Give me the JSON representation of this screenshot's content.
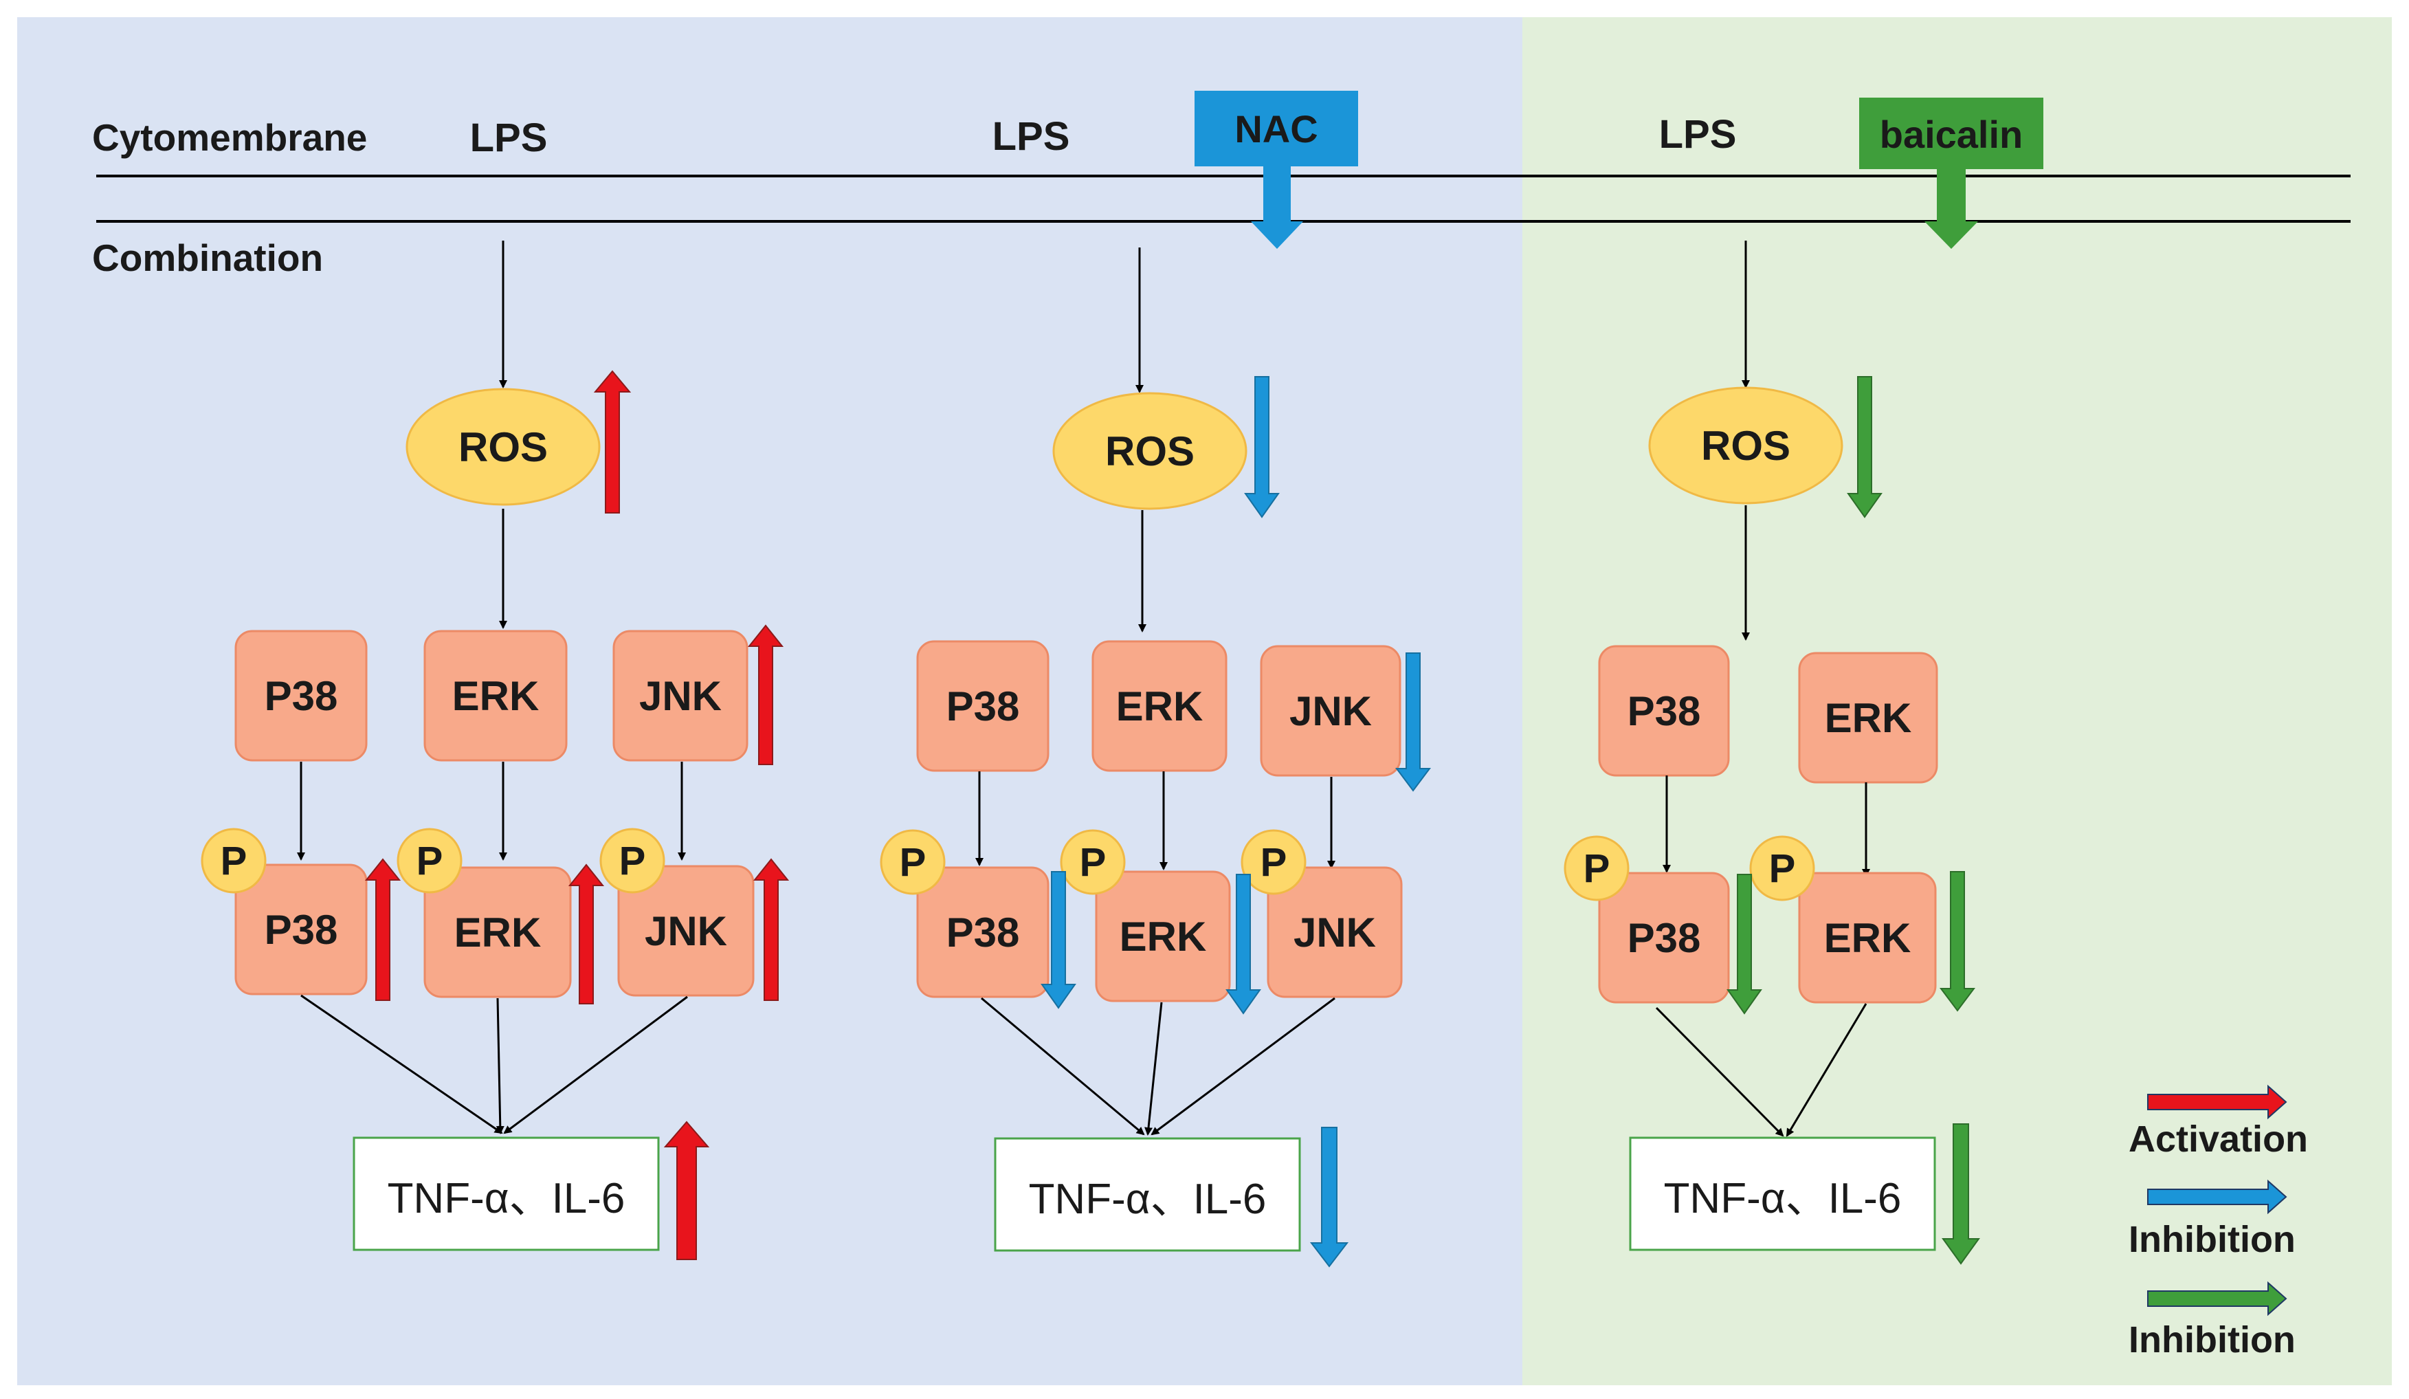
{
  "membrane": {
    "label_top": "Cytomembrane",
    "label_bottom": "Combination"
  },
  "panels": [
    {
      "id": "model",
      "ligand": "LPS",
      "treatment": "",
      "ros": {
        "label": "ROS",
        "change": "up"
      },
      "kinases": [
        {
          "label": "P38",
          "change": "none"
        },
        {
          "label": "ERK",
          "change": "none"
        },
        {
          "label": "JNK",
          "change": "up"
        }
      ],
      "phospho_badge": "P",
      "phospho": [
        {
          "label": "P38",
          "change": "up"
        },
        {
          "label": "ERK",
          "change": "up"
        },
        {
          "label": "JNK",
          "change": "up"
        }
      ],
      "output": {
        "label": "TNF-α、IL-6",
        "change": "up"
      }
    },
    {
      "id": "nac",
      "ligand": "LPS",
      "treatment": "NAC",
      "ros": {
        "label": "ROS",
        "change": "down"
      },
      "kinases": [
        {
          "label": "P38",
          "change": "none"
        },
        {
          "label": "ERK",
          "change": "none"
        },
        {
          "label": "JNK",
          "change": "down"
        }
      ],
      "phospho_badge": "P",
      "phospho": [
        {
          "label": "P38",
          "change": "down"
        },
        {
          "label": "ERK",
          "change": "down"
        },
        {
          "label": "JNK",
          "change": "none"
        }
      ],
      "output": {
        "label": "TNF-α、IL-6",
        "change": "down"
      }
    },
    {
      "id": "baicalin",
      "ligand": "LPS",
      "treatment": "baicalin",
      "ros": {
        "label": "ROS",
        "change": "down"
      },
      "kinases": [
        {
          "label": "P38",
          "change": "none"
        },
        {
          "label": "ERK",
          "change": "none"
        }
      ],
      "phospho_badge": "P",
      "phospho": [
        {
          "label": "P38",
          "change": "down"
        },
        {
          "label": "ERK",
          "change": "down"
        }
      ],
      "output": {
        "label": "TNF-α、IL-6",
        "change": "down"
      }
    }
  ],
  "legend": [
    {
      "label": "Activation",
      "color": "#e8141c"
    },
    {
      "label": "Inhibition",
      "color": "#1b95d8"
    },
    {
      "label": "Inhibition",
      "color": "#3f9e3b"
    }
  ],
  "colors": {
    "panel_blue": "#dae3f3",
    "panel_green": "#e2efda",
    "kinase_fill": "#f8a98a",
    "ros_fill": "#fdd86a",
    "activation": "#e8141c",
    "inhibition_nac": "#1b95d8",
    "inhibition_baicalin": "#3f9e3b"
  }
}
